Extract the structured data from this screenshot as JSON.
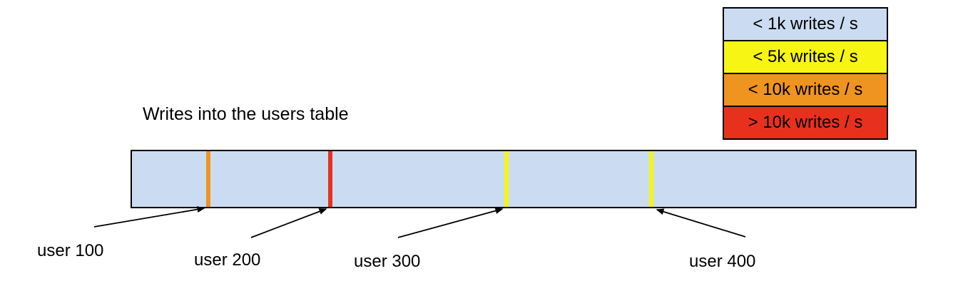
{
  "title": "Writes into the users table",
  "legend": {
    "items": [
      {
        "label": "< 1k writes / s",
        "color": "#cbdcf2"
      },
      {
        "label": "< 5k writes / s",
        "color": "#f6f513"
      },
      {
        "label": "< 10k writes / s",
        "color": "#ef941f"
      },
      {
        "label": "> 10k writes / s",
        "color": "#e8311d"
      }
    ]
  },
  "bar": {
    "fill_color": "#cbdcf2",
    "border_color": "#000000",
    "markers": [
      {
        "user": "user 100",
        "rate": "< 10k writes / s",
        "color": "#ef941f"
      },
      {
        "user": "user 200",
        "rate": "> 10k writes / s",
        "color": "#e8311d"
      },
      {
        "user": "user 300",
        "rate": "< 5k writes / s",
        "color": "#f6f513"
      },
      {
        "user": "user 400",
        "rate": "< 5k writes / s",
        "color": "#f6f513"
      }
    ]
  }
}
